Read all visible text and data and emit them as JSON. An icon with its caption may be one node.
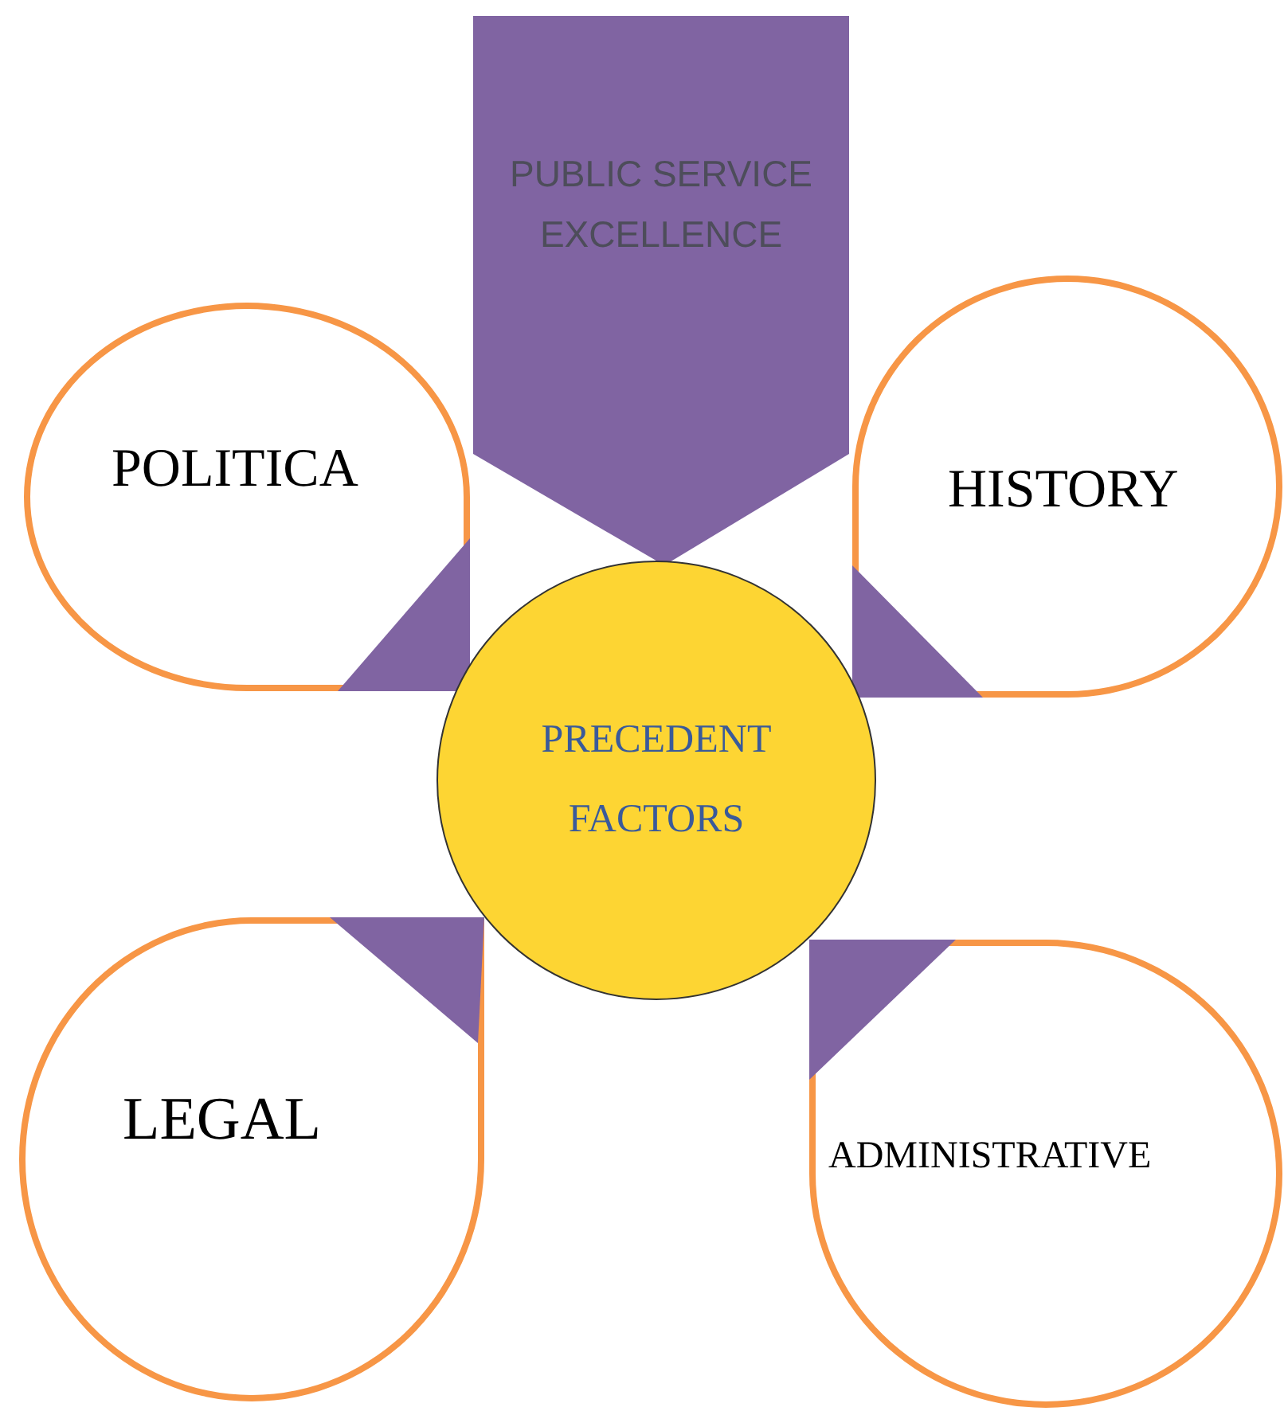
{
  "diagram": {
    "nodes": [
      {
        "text": [
          "PUBLIC SERVICE EXCELLENCE"
        ]
      },
      {
        "text": [
          "POLITICA"
        ]
      },
      {
        "text": [
          "HISTORY"
        ]
      },
      {
        "text": [
          "PRECEDENT FACTORS"
        ]
      },
      {
        "text": [
          "LEGAL"
        ]
      },
      {
        "text": [
          "ADMINISTRATIVE"
        ]
      }
    ]
  }
}
